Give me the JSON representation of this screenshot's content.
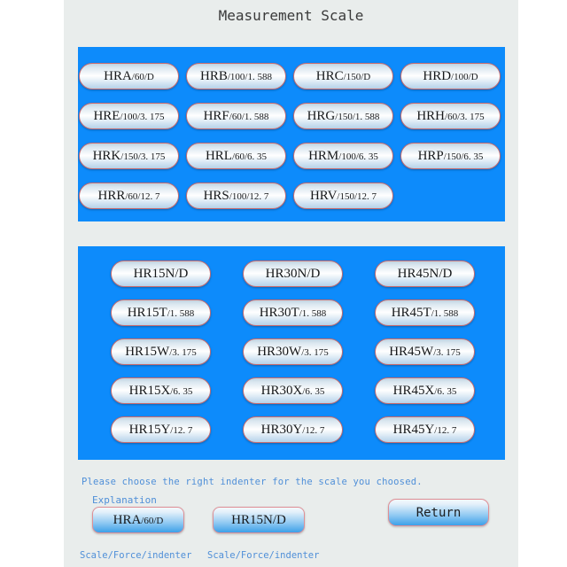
{
  "window": {
    "title": "Measurement Scale",
    "background": "#e9edec",
    "panel_color": "#0d8bfb",
    "accent_text": "#4f8fd8"
  },
  "regular_panel": {
    "name": "regular-rockwell-scales",
    "rows": [
      [
        {
          "code": "HRA",
          "spec": "/60/D"
        },
        {
          "code": "HRB",
          "spec": "/100/1. 588"
        },
        {
          "code": "HRC",
          "spec": "/150/D"
        },
        {
          "code": "HRD",
          "spec": "/100/D"
        }
      ],
      [
        {
          "code": "HRE",
          "spec": "/100/3. 175"
        },
        {
          "code": "HRF",
          "spec": "/60/1. 588"
        },
        {
          "code": "HRG",
          "spec": "/150/1. 588"
        },
        {
          "code": "HRH",
          "spec": "/60/3. 175"
        }
      ],
      [
        {
          "code": "HRK",
          "spec": "/150/3. 175"
        },
        {
          "code": "HRL",
          "spec": "/60/6. 35"
        },
        {
          "code": "HRM",
          "spec": "/100/6. 35"
        },
        {
          "code": "HRP",
          "spec": "/150/6. 35"
        }
      ],
      [
        {
          "code": "HRR",
          "spec": "/60/12. 7"
        },
        {
          "code": "HRS",
          "spec": "/100/12. 7"
        },
        {
          "code": "HRV",
          "spec": "/150/12. 7"
        }
      ]
    ]
  },
  "superficial_panel": {
    "name": "superficial-rockwell-scales",
    "rows": [
      [
        {
          "code": "HR15N/D",
          "spec": ""
        },
        {
          "code": "HR30N/D",
          "spec": ""
        },
        {
          "code": "HR45N/D",
          "spec": ""
        }
      ],
      [
        {
          "code": "HR15T",
          "spec": "/1. 588"
        },
        {
          "code": "HR30T",
          "spec": "/1. 588"
        },
        {
          "code": "HR45T",
          "spec": "/1. 588"
        }
      ],
      [
        {
          "code": "HR15W",
          "spec": "/3. 175"
        },
        {
          "code": "HR30W",
          "spec": "/3. 175"
        },
        {
          "code": "HR45W",
          "spec": "/3. 175"
        }
      ],
      [
        {
          "code": "HR15X",
          "spec": "/6. 35"
        },
        {
          "code": "HR30X",
          "spec": "/6. 35"
        },
        {
          "code": "HR45X",
          "spec": "/6. 35"
        }
      ],
      [
        {
          "code": "HR15Y",
          "spec": "/12. 7"
        },
        {
          "code": "HR30Y",
          "spec": "/12. 7"
        },
        {
          "code": "HR45Y",
          "spec": "/12. 7"
        }
      ]
    ]
  },
  "footer": {
    "hint": "Please choose the right indenter for the scale you choosed.",
    "explanation_label": "Explanation",
    "return_label": "Return",
    "selected_regular": {
      "code": "HRA",
      "spec": "/60/D"
    },
    "selected_superficial": {
      "code": "HR15N/D",
      "spec": ""
    },
    "caption_regular": "Scale/Force/indenter",
    "caption_superficial": "Scale/Force/indenter"
  }
}
